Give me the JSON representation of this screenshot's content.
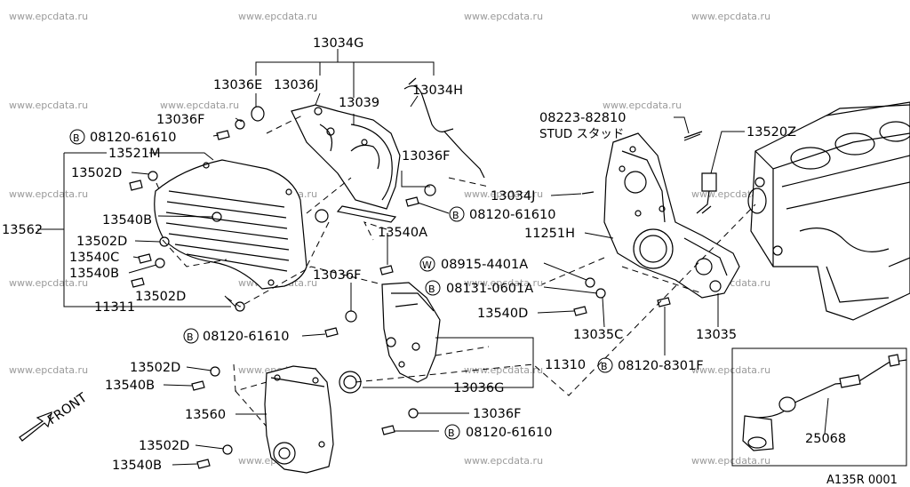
{
  "watermark": "www.epcdata.ru",
  "diagram_code": "A135R 0001",
  "direction_label": "FRONT",
  "stud_note": "STUD スタッド",
  "labels": {
    "p13034G": "13034G",
    "p13036E": "13036E",
    "p13036J": "13036J",
    "p13039": "13039",
    "p13034H": "13034H",
    "p13036F_a": "13036F",
    "b08120_61610_a": "08120-61610",
    "p13521M": "13521M",
    "p13502D_a": "13502D",
    "p13540B_a": "13540B",
    "p13562": "13562",
    "p13502D_b": "13502D",
    "p13540C": "13540C",
    "p13540B_b": "13540B",
    "p13502D_c": "13502D",
    "p11311": "11311",
    "p13036F_b": "13036F",
    "b08120_61610_b": "08120-61610",
    "p13540A": "13540A",
    "p13036F_c": "13036F",
    "b08120_61610_c": "08120-61610",
    "p13502D_d": "13502D",
    "p13540B_c": "13540B",
    "p13560": "13560",
    "p13502D_e": "13502D",
    "p13540B_d": "13540B",
    "p11310": "11310",
    "p13036G": "13036G",
    "p13036F_d": "13036F",
    "b08120_61610_d": "08120-61610",
    "p08223_82810": "08223-82810",
    "p13520Z": "13520Z",
    "p13034J": "13034J",
    "p11251H": "11251H",
    "w08915_4401A": "08915-4401A",
    "b08131_0601A": "08131-0601A",
    "p13540D": "13540D",
    "p13035C": "13035C",
    "p13035": "13035",
    "b08120_8301F": "08120-8301F",
    "p25068": "25068"
  },
  "badges": {
    "b": "B",
    "w": "W"
  }
}
